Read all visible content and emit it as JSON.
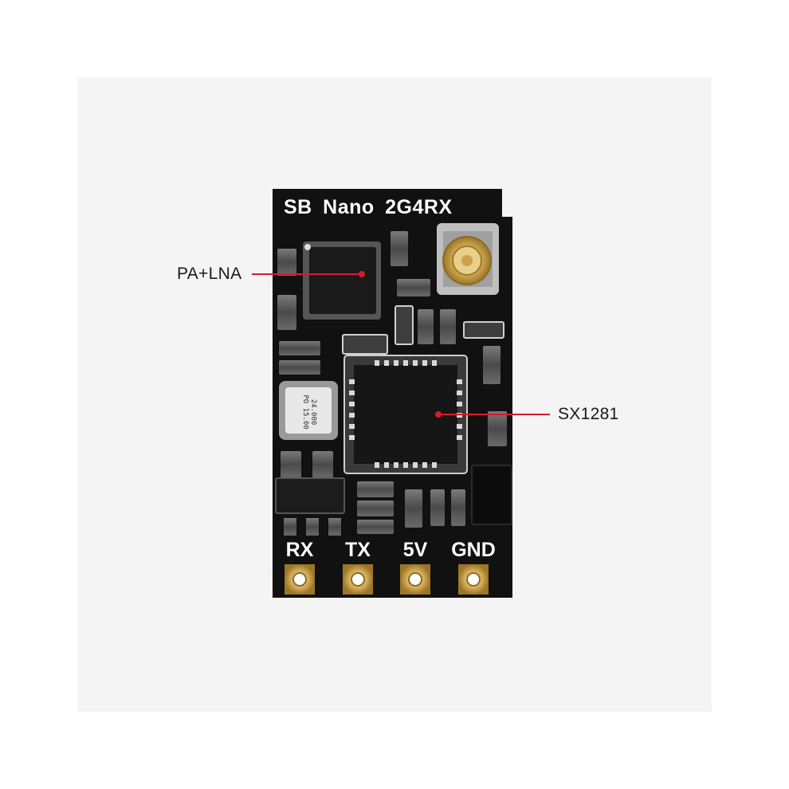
{
  "board": {
    "title": "SB Nano 2G4RX",
    "crystal_line1": "24.000",
    "crystal_line2": "PO 15.00"
  },
  "callouts": {
    "pa_lna": "PA+LNA",
    "sx1281": "SX1281"
  },
  "pins": [
    {
      "label": "RX"
    },
    {
      "label": "TX"
    },
    {
      "label": "5V"
    },
    {
      "label": "GND"
    }
  ],
  "colors": {
    "pcb": "#111111",
    "silkscreen": "#ffffff",
    "gold": "#c9a24a",
    "callout_line": "#d81b2a"
  }
}
